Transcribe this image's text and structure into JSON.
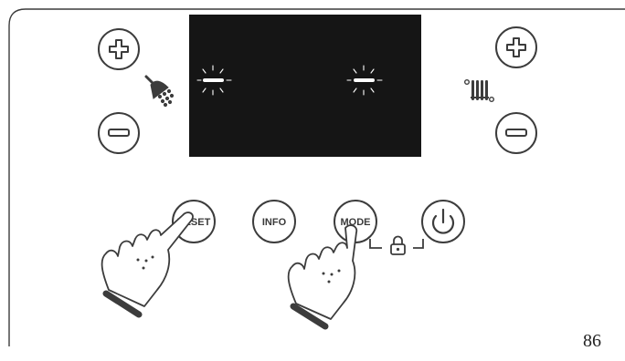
{
  "panel": {
    "buttons": {
      "reset_label": "RESET",
      "info_label": "INFO",
      "mode_label": "MODE"
    },
    "icons": {
      "dhw_plus": "plus-icon",
      "dhw_minus": "minus-icon",
      "heating_plus": "plus-icon",
      "heating_minus": "minus-icon",
      "dhw": "shower-tap-icon",
      "heating": "radiator-icon",
      "power": "power-icon",
      "lock": "padlock-icon",
      "hand": "pointing-hand-icon"
    },
    "display": {
      "background": "#151515",
      "segment_color": "#ffffff",
      "left_segment": "blinking dash",
      "right_segment": "blinking dash"
    }
  },
  "page_number": "86",
  "colors": {
    "outline": "#3c3c3c",
    "button_fill": "#ffffff",
    "display_bg": "#151515"
  }
}
